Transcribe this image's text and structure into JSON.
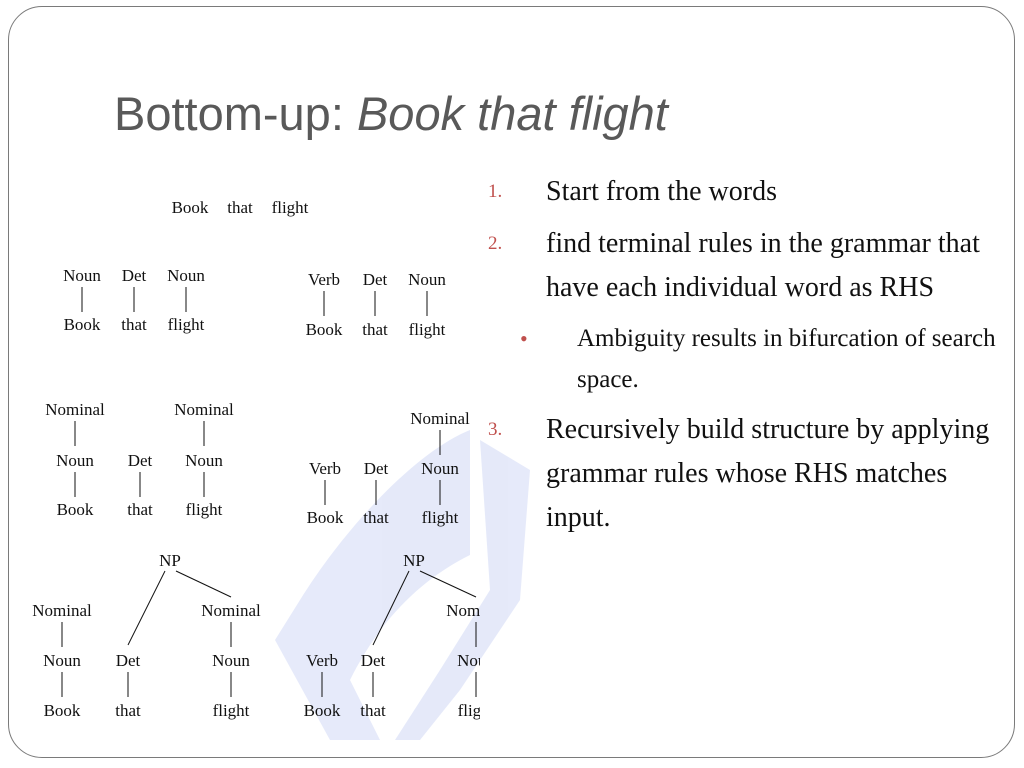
{
  "slide": {
    "title_plain": "Bottom-up: ",
    "title_italic": "Book that flight"
  },
  "trees": {
    "sentence": [
      "Book",
      "that",
      "flight"
    ],
    "labels": {
      "book": "Book",
      "that": "that",
      "flight": "flight",
      "noun": "Noun",
      "det": "Det",
      "verb": "Verb",
      "nominal": "Nominal",
      "np": "NP"
    }
  },
  "steps": [
    {
      "num": "1.",
      "text": "Start from the words"
    },
    {
      "num": "2.",
      "text": "find terminal rules in the grammar that have each individual word as RHS"
    },
    {
      "num": "3.",
      "text": "Recursively build structure by applying grammar rules whose RHS matches input."
    }
  ],
  "substep": {
    "bullet": "•",
    "text": "Ambiguity results in bifurcation of search space."
  },
  "colors": {
    "title": "#595959",
    "accent": "#c0504d",
    "border": "#7a7a7a",
    "watermark": "#2f55d4"
  }
}
